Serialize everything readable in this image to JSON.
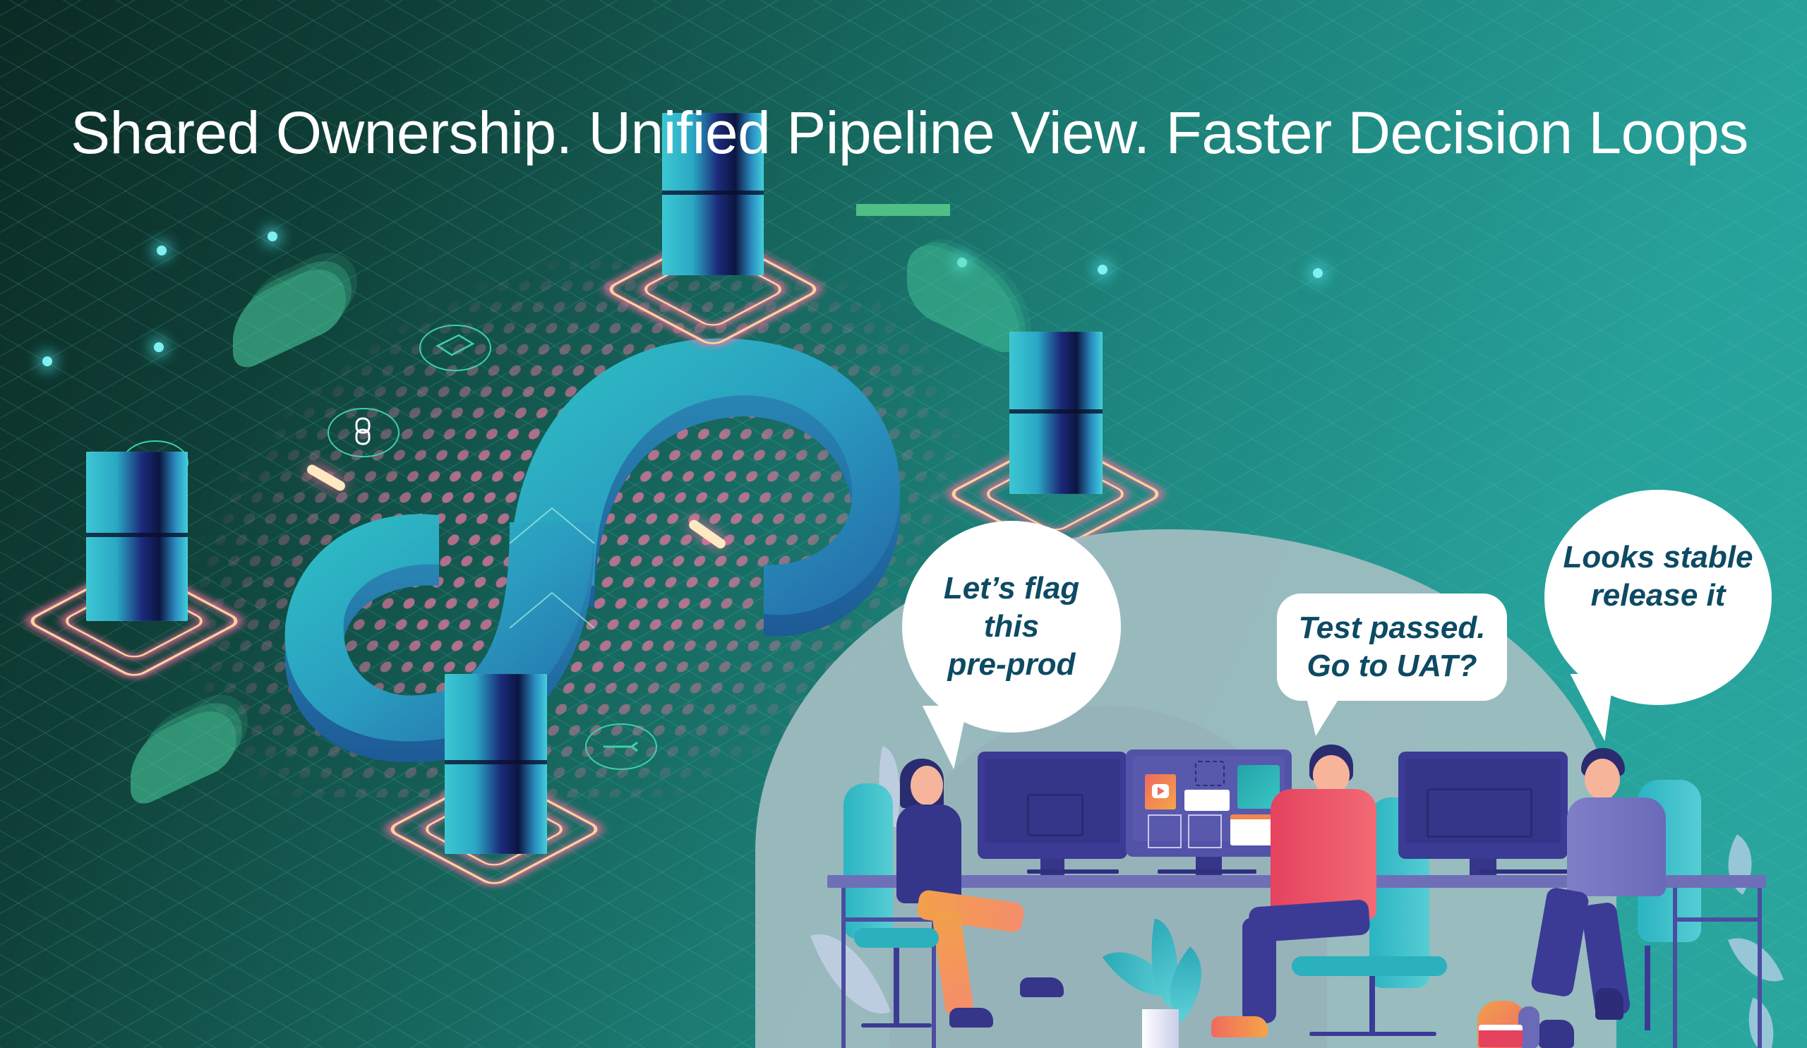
{
  "banner": {
    "title": "Shared Ownership. Unified Pipeline View. Faster Decision Loops",
    "accent_bar_color": "#4fbf85",
    "background_colors": {
      "left": "#0b2a24",
      "right": "#2aa69f"
    },
    "text_color": "#ffffff"
  },
  "illustration": {
    "central_symbol": "infinity-loop-icon",
    "servers": [
      "server-top",
      "server-right",
      "server-left",
      "server-bottom"
    ],
    "floating_icons": [
      "cloud-icon",
      "cloud-icon",
      "cloud-icon",
      "chart-icon",
      "link-icon",
      "document-icon",
      "key-icon"
    ]
  },
  "scene": {
    "speech_bubbles": [
      {
        "speaker": "woman-left",
        "text": "Let’s flag\nthis\npre-prod"
      },
      {
        "speaker": "man-center",
        "text": "Test passed.\nGo to UAT?"
      },
      {
        "speaker": "man-right",
        "text": "Looks stable\nrelease it"
      }
    ],
    "bubble_text_color": "#0d4a63"
  }
}
